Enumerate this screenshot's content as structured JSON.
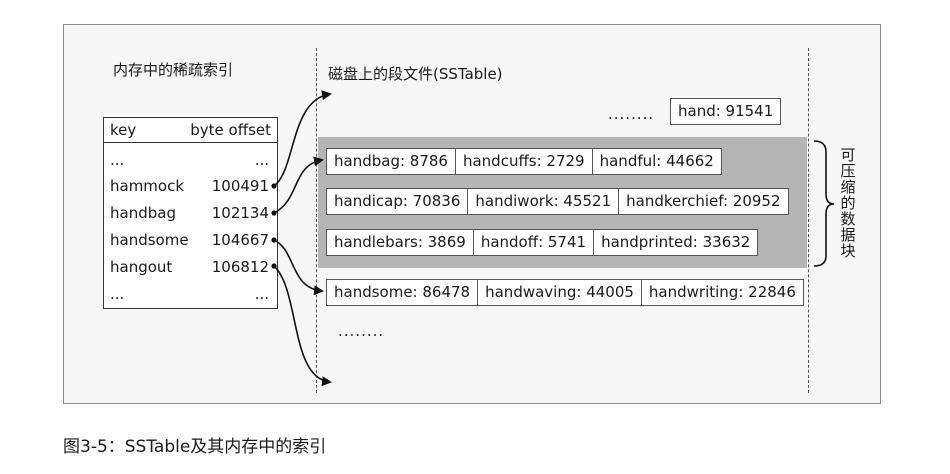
{
  "index": {
    "title": "内存中的稀疏索引",
    "header_key": "key",
    "header_offset": "byte offset",
    "rows": [
      {
        "key": "...",
        "offset": "..."
      },
      {
        "key": "hammock",
        "offset": "100491"
      },
      {
        "key": "handbag",
        "offset": "102134"
      },
      {
        "key": "handsome",
        "offset": "104667"
      },
      {
        "key": "hangout",
        "offset": "106812"
      },
      {
        "key": "...",
        "offset": "..."
      }
    ]
  },
  "segment": {
    "title": "磁盘上的段文件(SSTable)",
    "top_dots": "........",
    "top_entry": "hand: 91541",
    "compressed_blocks": [
      [
        "handbag: 8786",
        "handcuffs: 2729",
        "handful: 44662"
      ],
      [
        "handicap: 70836",
        "handiwork: 45521",
        "handkerchief: 20952"
      ],
      [
        "handlebars: 3869",
        "handoff: 5741",
        "handprinted: 33632"
      ]
    ],
    "uncompressed_block": [
      "handsome: 86478",
      "handwaving: 44005",
      "handwriting: 22846"
    ],
    "bottom_dots": "........"
  },
  "side_label": "可压缩的数据块",
  "caption": "图3-5：SSTable及其内存中的索引"
}
